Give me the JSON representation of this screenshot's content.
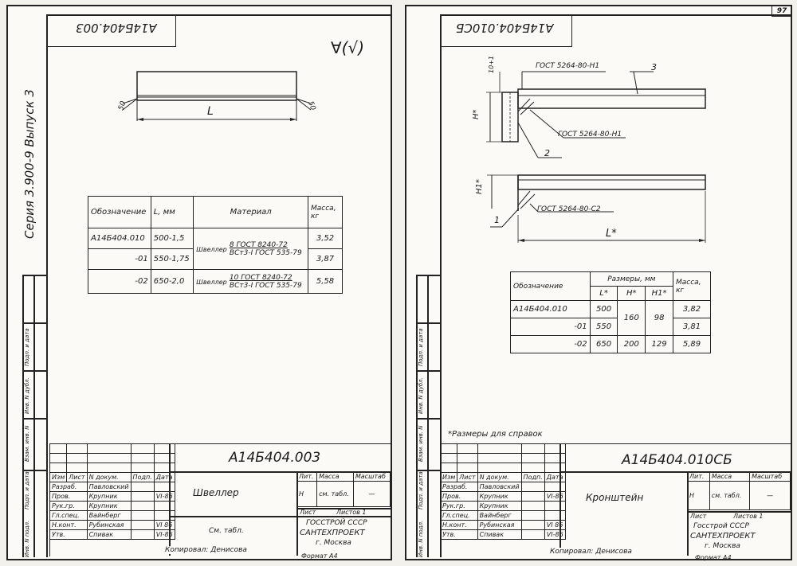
{
  "page_number": "97",
  "series_stamp": "Серия 3.900-9  Выпуск 3",
  "side_labels": [
    "Инв. N подл.",
    "Подп. и дата",
    "Взам. инв. N",
    "Инв. N дубл.",
    "Подп. и дата"
  ],
  "roughness_mark": "∀(√)",
  "left": {
    "code_rotated": "А14Б404.003",
    "dimension_label": "L",
    "chamfer_left": "50",
    "chamfer_right": "50",
    "table": {
      "headers": [
        "Обозначение",
        "L, мм",
        "Материал",
        "Масса, кг"
      ],
      "rows": [
        {
          "designation": "А14Б404.010",
          "length": "500-1,5",
          "material_prefix": "Швеллер",
          "material_top": "8 ГОСТ 8240-72",
          "material_bottom": "ВСт3-I ГОСТ 535-79",
          "mass": "3,52"
        },
        {
          "designation": "-01",
          "length": "550-1,75",
          "material_prefix": "",
          "material_top": "",
          "material_bottom": "",
          "mass": "3,87"
        },
        {
          "designation": "-02",
          "length": "650-2,0",
          "material_prefix": "Швеллер",
          "material_top": "10 ГОСТ 8240-72",
          "material_bottom": "ВСт3-I ГОСТ 535-79",
          "mass": "5,58"
        }
      ]
    },
    "title_block": {
      "doc_code": "А14Б404.003",
      "name": "Швеллер",
      "material": "См. табл.",
      "org_line1": "ГОССТРОЙ СССР",
      "org_line2": "САНТЕХПРОЕКТ",
      "org_line3": "г. Москва",
      "lit_header": "Лит.",
      "mass_header": "Масса",
      "scale_header": "Масштаб",
      "lit_value": "Н",
      "mass_value": "см. табл.",
      "scale_value": "—",
      "sheet_label": "Лист",
      "sheets_label": "Листов 1",
      "rev_headers": [
        "Изм",
        "Лист",
        "N докум.",
        "Подп.",
        "Дата"
      ],
      "roles": [
        {
          "role": "Разраб.",
          "name": "Павловский",
          "date": ""
        },
        {
          "role": "Пров.",
          "name": "Крупник",
          "date": "VI-86"
        },
        {
          "role": "Рук.гр.",
          "name": "Крупник",
          "date": ""
        },
        {
          "role": "Гл.спец.",
          "name": "Вайнберг",
          "date": ""
        },
        {
          "role": "Н.конт.",
          "name": "Рубинская",
          "date": "VI 86"
        },
        {
          "role": "Утв.",
          "name": "Спивак",
          "date": "VI-86"
        }
      ]
    },
    "copied_by": "Копировал: Денисова",
    "format": "Формат А4"
  },
  "right": {
    "code_rotated": "А14Б404.010СБ",
    "gost_top": "ГОСТ 5264-80-Н1",
    "gost_mid": "ГОСТ 5264-80-Н1",
    "gost_bottom": "ГОСТ 5264-80-С2",
    "dim_top": "10+1",
    "dim_h": "H*",
    "dim_h1": "H1*",
    "dim_l": "L*",
    "callout_1": "1",
    "callout_2": "2",
    "callout_3": "3",
    "table": {
      "h_designation": "Обозначение",
      "h_sizes": "Размеры, мм",
      "h_mass": "Масса, кг",
      "sub_headers": [
        "L*",
        "H*",
        "H1*"
      ],
      "rows": [
        {
          "designation": "А14Б404.010",
          "l": "500",
          "h": "160",
          "h1": "98",
          "mass": "3,82"
        },
        {
          "designation": "-01",
          "l": "550",
          "h": "",
          "h1": "",
          "mass": "3,81"
        },
        {
          "designation": "-02",
          "l": "650",
          "h": "200",
          "h1": "129",
          "mass": "5,89"
        }
      ]
    },
    "footnote": "*Размеры для справок",
    "title_block": {
      "doc_code": "А14Б404.010СБ",
      "name": "Кронштейн",
      "org_line1": "Госстрой СССР",
      "org_line2": "САНТЕХПРОЕКТ",
      "org_line3": "г. Москва",
      "lit_header": "Лит.",
      "mass_header": "Масса",
      "scale_header": "Масштаб",
      "lit_value": "Н",
      "mass_value": "см. табл.",
      "scale_value": "—",
      "sheet_label": "Лист",
      "sheets_label": "Листов 1",
      "rev_headers": [
        "Изм",
        "Лист",
        "N докум.",
        "Подп.",
        "Дата"
      ],
      "roles": [
        {
          "role": "Разраб.",
          "name": "Павловский",
          "date": ""
        },
        {
          "role": "Пров.",
          "name": "Крупник",
          "date": "VI-86"
        },
        {
          "role": "Рук.гр.",
          "name": "Крупник",
          "date": ""
        },
        {
          "role": "Гл.спец.",
          "name": "Вайнберг",
          "date": ""
        },
        {
          "role": "Н.конт.",
          "name": "Рубинская",
          "date": "VI 86"
        },
        {
          "role": "Утв.",
          "name": "Спивак",
          "date": "VI-86"
        }
      ]
    },
    "copied_by": "Копировал: Денисова",
    "format": "Формат А4"
  }
}
